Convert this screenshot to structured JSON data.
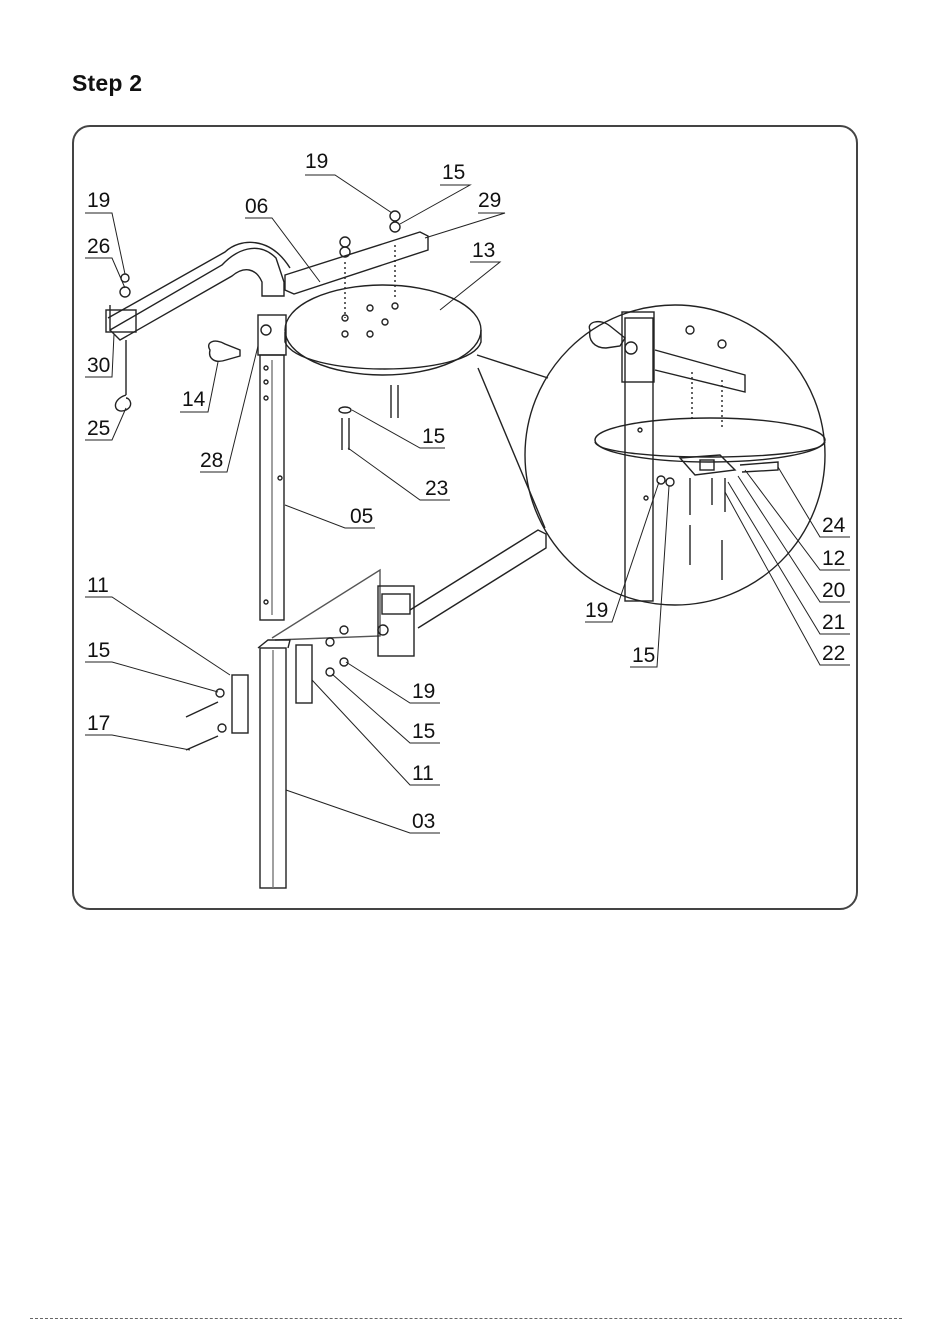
{
  "page": {
    "title": "Step 2"
  },
  "callouts": [
    {
      "id": "c19a",
      "text": "19"
    },
    {
      "id": "c15a",
      "text": "15"
    },
    {
      "id": "c29",
      "text": "29"
    },
    {
      "id": "c06",
      "text": "06"
    },
    {
      "id": "c13",
      "text": "13"
    },
    {
      "id": "c19b",
      "text": "19"
    },
    {
      "id": "c26",
      "text": "26"
    },
    {
      "id": "c30",
      "text": "30"
    },
    {
      "id": "c14",
      "text": "14"
    },
    {
      "id": "c25",
      "text": "25"
    },
    {
      "id": "c28",
      "text": "28"
    },
    {
      "id": "c15b",
      "text": "15"
    },
    {
      "id": "c23",
      "text": "23"
    },
    {
      "id": "c05",
      "text": "05"
    },
    {
      "id": "c11a",
      "text": "11"
    },
    {
      "id": "c15c",
      "text": "15"
    },
    {
      "id": "c17",
      "text": "17"
    },
    {
      "id": "c19c",
      "text": "19"
    },
    {
      "id": "c15d",
      "text": "15"
    },
    {
      "id": "c11b",
      "text": "11"
    },
    {
      "id": "c03",
      "text": "03"
    },
    {
      "id": "c24",
      "text": "24"
    },
    {
      "id": "c12",
      "text": "12"
    },
    {
      "id": "c20",
      "text": "20"
    },
    {
      "id": "c21",
      "text": "21"
    },
    {
      "id": "c22",
      "text": "22"
    },
    {
      "id": "c19d",
      "text": "19"
    },
    {
      "id": "c15e",
      "text": "15"
    }
  ]
}
